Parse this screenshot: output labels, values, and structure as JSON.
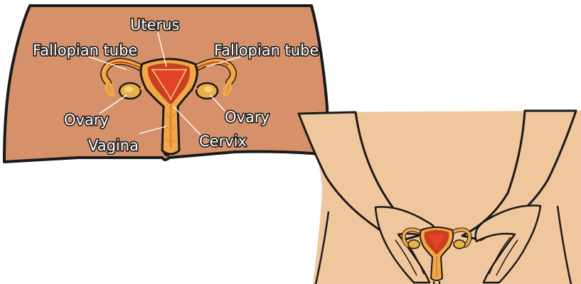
{
  "labels": {
    "uterus": "Uterus",
    "fallopian_left": "Fallopian tube",
    "fallopian_right": "Fallopian tube",
    "ovary_left": "Ovary",
    "ovary_right": "Ovary",
    "vagina": "Vagina",
    "cervix": "Cervix"
  },
  "colors": {
    "skin_dark": "#d6916a",
    "skin_light": "#f0c69c",
    "uterus_outer": "#f2a844",
    "uterus_inner": "#c8401f",
    "uterus_lining": "#e4422a",
    "ovary": "#e9b04a",
    "outline": "#1a1a1a",
    "label_text": "#ffffff"
  }
}
